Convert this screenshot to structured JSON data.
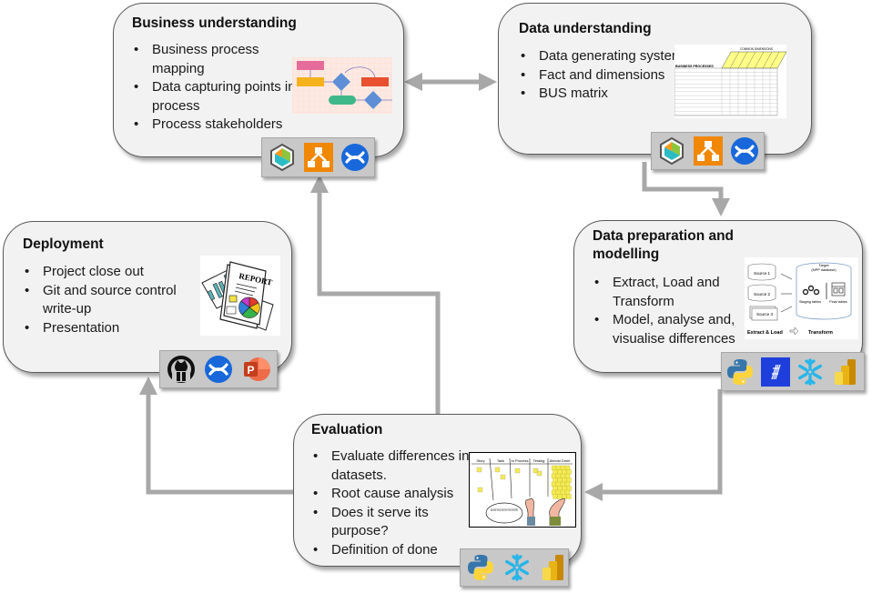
{
  "colors": {
    "box_fill": "#f2f2f2",
    "box_border": "#5a5a5a",
    "toolbar_fill": "#c8c8c8",
    "arrow": "#a8a8a8"
  },
  "stages": {
    "business": {
      "title": "Business understanding",
      "bullets": [
        "Business process mapping",
        "Data capturing points in process",
        "Process stakeholders"
      ],
      "thumbnail": "process-flow-diagram",
      "tools": [
        "hexagon-logo-icon",
        "flowchart-app-icon",
        "confluence-icon"
      ]
    },
    "data_understanding": {
      "title": "Data understanding",
      "bullets": [
        "Data generating systems",
        "Fact and dimensions",
        "BUS matrix"
      ],
      "thumbnail": "bus-matrix-table",
      "thumbnail_text": {
        "header": "COMMON DIMENSIONS",
        "row_header": "BUSINESS PROCESSES"
      },
      "tools": [
        "hexagon-logo-icon",
        "flowchart-app-icon",
        "confluence-icon"
      ]
    },
    "data_prep": {
      "title": "Data preparation and modelling",
      "bullets": [
        "Extract, Load and Transform",
        "Model, analyse and, visualise differences"
      ],
      "thumbnail": "elt-diagram",
      "thumbnail_text": {
        "sources": [
          "Source 1",
          "Source 2",
          "Source 3"
        ],
        "target": "Target",
        "target_sub": "(MPP database)",
        "staging": "Staging tables",
        "final": "Final tables",
        "extract_load": "Extract & Load",
        "transform": "Transform"
      },
      "tools": [
        "python-icon",
        "dbt-like-icon",
        "snowflake-icon",
        "power-bi-icon"
      ]
    },
    "deployment": {
      "title": "Deployment",
      "bullets": [
        "Project close out",
        "Git and source control write-up",
        "Presentation"
      ],
      "thumbnail": "report-illustration",
      "thumbnail_text": {
        "label": "REPORT"
      },
      "tools": [
        "github-icon",
        "confluence-icon",
        "powerpoint-icon"
      ]
    },
    "evaluation": {
      "title": "Evaluation",
      "bullets": [
        "Evaluate differences in datasets.",
        "Root cause analysis",
        "Does it serve its purpose?",
        "Definition of done"
      ],
      "thumbnail": "kanban-cartoon",
      "thumbnail_text": {
        "columns": [
          "Story",
          "Task",
          "In Process",
          "Testing",
          "Almost Done"
        ],
        "speech": "AND WE'VE TRIPLED THE STORY POINTS PER SPRINT"
      },
      "tools": [
        "python-icon",
        "snowflake-icon",
        "power-bi-icon"
      ]
    }
  },
  "connectors": [
    {
      "from": "business",
      "to": "data_understanding",
      "type": "bidirectional"
    },
    {
      "from": "data_understanding",
      "to": "data_prep",
      "type": "arrow"
    },
    {
      "from": "data_prep",
      "to": "evaluation",
      "type": "arrow"
    },
    {
      "from": "evaluation",
      "to": "deployment",
      "type": "arrow"
    },
    {
      "from": "evaluation",
      "to": "business",
      "type": "arrow"
    }
  ]
}
